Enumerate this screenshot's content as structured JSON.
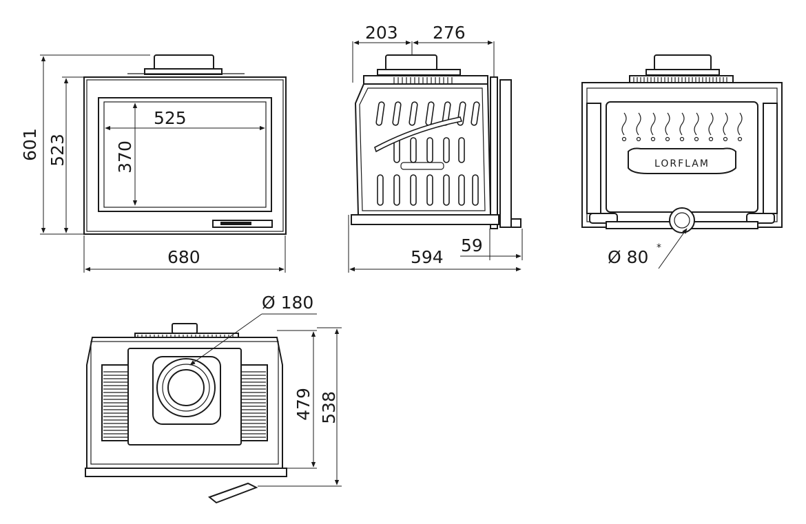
{
  "front_view": {
    "dim_overall_height": "601",
    "dim_body_height": "523",
    "dim_glass_width": "525",
    "dim_glass_height": "370",
    "dim_overall_width": "680"
  },
  "side_view": {
    "dim_front_to_collar": "203",
    "dim_collar_to_back": "276",
    "dim_back_offset": "59",
    "dim_overall_depth": "594"
  },
  "rear_view": {
    "brand_plate": "LORFLAM",
    "dim_air_inlet": "Ø 80",
    "air_inlet_asterisk": "*"
  },
  "top_view": {
    "dim_flue_collar": "Ø 180",
    "dim_inner_depth": "479",
    "dim_outer_depth": "538"
  }
}
